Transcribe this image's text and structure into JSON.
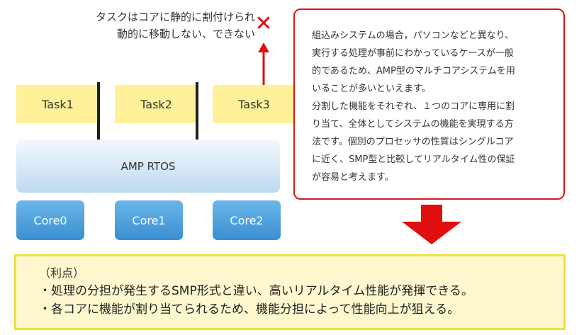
{
  "note": {
    "line1": "タスクはコアに静的に割付けられ",
    "line2": "動的に移動しない、できない",
    "cross_symbol": "✕"
  },
  "tasks": [
    "Task1",
    "Task2",
    "Task3"
  ],
  "rtos_label": "AMP RTOS",
  "cores": [
    "Core0",
    "Core1",
    "Core2"
  ],
  "description": {
    "lines": [
      "組込みシステムの場合，パソコンなどと異なり、",
      "実行する処理が事前にわかっているケースが一般",
      "的であるため、AMP型のマルチコアシステムを用",
      "いることが多いといえます。",
      "分割した機能をそれぞれ、１つのコアに専用に割",
      "り当て、全体としてシステムの機能を実現する方",
      "法です。個別のプロセッサの性質はシングルコア",
      "に近く、SMP型と比較してリアルタイム性の保証",
      "が容易と考えます。"
    ]
  },
  "merits": {
    "title": "（利点）",
    "items": [
      "・処理の分担が発生するSMP形式と違い、高いリアルタイム性能が発揮できる。",
      "・各コアに機能が割り当てられるため、機能分担によって性能向上が狙える。"
    ]
  },
  "colors": {
    "task_fill": "#fff19a",
    "core_fill": "#3a8fd0",
    "rtos_fill": "#d6e8f7",
    "accent_red": "#e10f0f",
    "merit_border": "#f3df3a",
    "merit_fill": "#fff8cf"
  }
}
